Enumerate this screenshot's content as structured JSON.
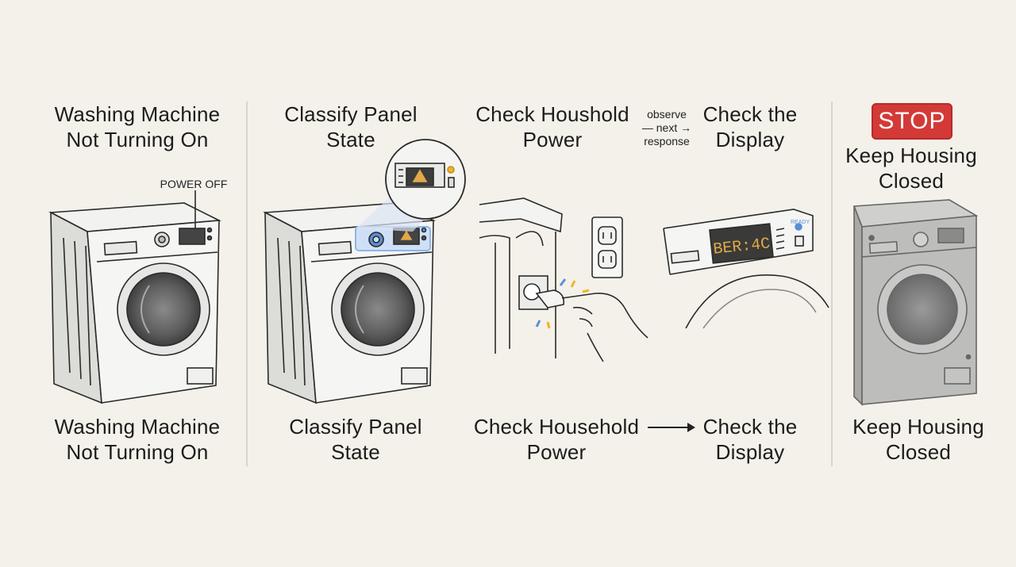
{
  "panels": [
    {
      "top_title": "Washing Machine\nNot Turning On",
      "callout": "POWER OFF",
      "bottom_title": "Washing Machine\nNot Turning On"
    },
    {
      "top_title": "Classify Panel\nState",
      "bottom_title": "Classify Panel\nState"
    },
    {
      "top_title_left": "Check Houshold\nPower",
      "observe_note": "observe\n— next →\nresponse",
      "top_title_right": "Check the\nDisplay",
      "display_code": "BER:4C",
      "ready_label": "READY",
      "bottom_title_left": "Check Household\nPower",
      "bottom_title_right": "Check the\nDisplay"
    },
    {
      "stop_label": "STOP",
      "top_title": "Keep Housing\nClosed",
      "bottom_title": "Keep Housing\nClosed"
    }
  ],
  "colors": {
    "background": "#f4f1ea",
    "stop_red": "#d33a37",
    "panel_highlight": "#8fb6e8",
    "display_amber": "#e2a84a",
    "plug_accent": "#f0b429",
    "cable_blue": "#5b8fd6"
  }
}
